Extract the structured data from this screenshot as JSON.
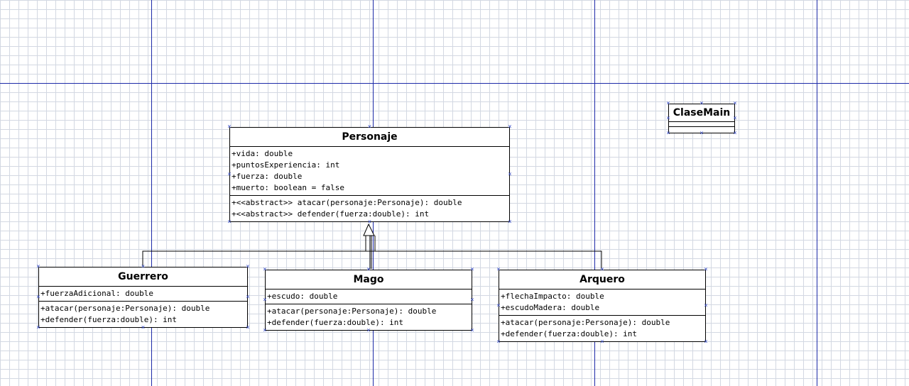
{
  "diagram": {
    "classes": {
      "personaje": {
        "name": "Personaje",
        "attributes": [
          "+vida: double",
          "+puntosExperiencia: int",
          "+fuerza: double",
          "+muerto: boolean = false"
        ],
        "operations": [
          "+<<abstract>> atacar(personaje:Personaje): double",
          "+<<abstract>> defender(fuerza:double): int"
        ]
      },
      "guerrero": {
        "name": "Guerrero",
        "attributes": [
          "+fuerzaAdicional: double"
        ],
        "operations": [
          "+atacar(personaje:Personaje): double",
          "+defender(fuerza:double): int"
        ]
      },
      "mago": {
        "name": "Mago",
        "attributes": [
          "+escudo: double"
        ],
        "operations": [
          "+atacar(personaje:Personaje): double",
          "+defender(fuerza:double): int"
        ]
      },
      "arquero": {
        "name": "Arquero",
        "attributes": [
          "+flechaImpacto: double",
          "+escudoMadera: double"
        ],
        "operations": [
          "+atacar(personaje:Personaje): double",
          "+defender(fuerza:double): int"
        ]
      },
      "claseMain": {
        "name": "ClaseMain",
        "attributes": [],
        "operations": []
      }
    },
    "relations": [
      {
        "type": "generalization",
        "from": "Guerrero",
        "to": "Personaje"
      },
      {
        "type": "generalization",
        "from": "Mago",
        "to": "Personaje"
      },
      {
        "type": "generalization",
        "from": "Arquero",
        "to": "Personaje"
      }
    ],
    "colors": {
      "page_break_line": "#1d2aa8",
      "grid": "#d3d8e2",
      "selection_handle": "#3a4fc8",
      "border": "#000000"
    }
  }
}
